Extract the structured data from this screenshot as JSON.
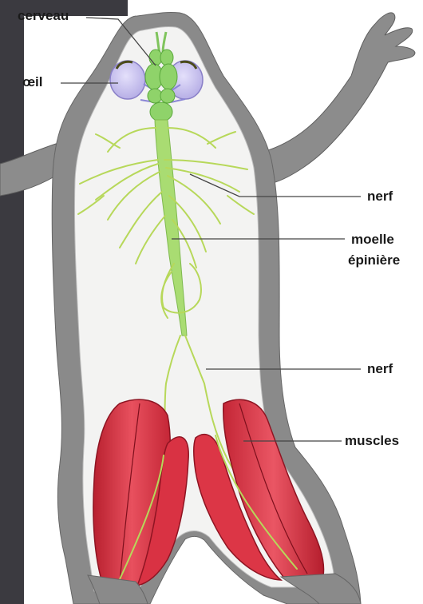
{
  "labels": {
    "brain": "cerveau",
    "eye": "œil",
    "nerve_upper": "nerf",
    "spinal_cord_1": "moelle",
    "spinal_cord_2": "épinière",
    "nerve_lower": "nerf",
    "muscles": "muscles"
  },
  "colors": {
    "background": "#ffffff",
    "skin": "#8a8a8a",
    "body_inner": "#f3f3f2",
    "eye": "#c9c3ee",
    "brain": "#8fd36a",
    "spinal_cord": "#a9dc72",
    "nerve": "#b7d85a",
    "muscle": "#e0374a",
    "leader_line": "#444444"
  }
}
